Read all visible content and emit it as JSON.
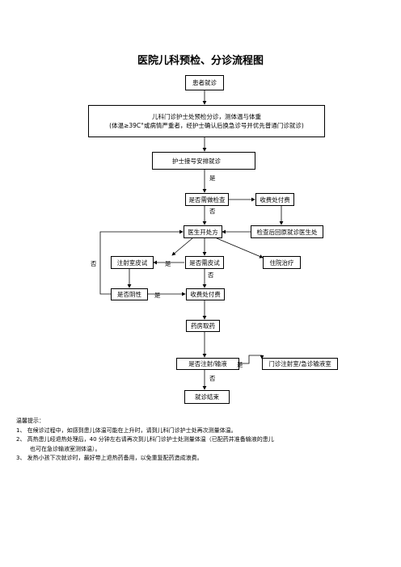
{
  "title": "医院儿科预检、分诊流程图",
  "nodes": {
    "start": "患者就诊",
    "triage_line1": "儿科门诊护士处预检分诊，测体温与体重",
    "triage_line2": "(体温≥39C°或病情严重者，经护士确认后换急诊号并优先普通门诊就诊)",
    "register": "护士接号安排就诊",
    "need_exam": "是否需做检查",
    "pay_exam": "收费处付费",
    "doctor": "医生开处方",
    "return_doctor": "检查后回原就诊医生处",
    "skin_room": "注射室皮试",
    "need_skin": "是否需皮试",
    "hospital": "住院治疗",
    "negative": "是否阴性",
    "pay_med": "收费处付费",
    "pharmacy": "药房取药",
    "injection": "是否注射/输液",
    "infusion_room": "门诊注射室/急诊输液室",
    "end": "就诊结束"
  },
  "edge_labels": {
    "yes_register": "是",
    "no_exam": "否",
    "no_left": "否",
    "yes_skin": "是",
    "no_skin": "否",
    "yes_negative": "是",
    "yes_injection": "是",
    "no_injection": "否"
  },
  "notes": {
    "heading": "温馨提示：",
    "item1": "1、 在候诊过程中，如感到患儿体温可能在上升时，请到儿科门诊护士处再次测量体温。",
    "item2a": "2、 高热患儿经退热处理后，40 分钟左右请再次到儿科门诊护士处测量体温（已配药并准备输液的患儿",
    "item2b": "也可在急诊输液室测体温）。",
    "item3": "3、 发热小孩下次就诊时，最好带上退热药备用，以免重复配药造成浪费。"
  }
}
